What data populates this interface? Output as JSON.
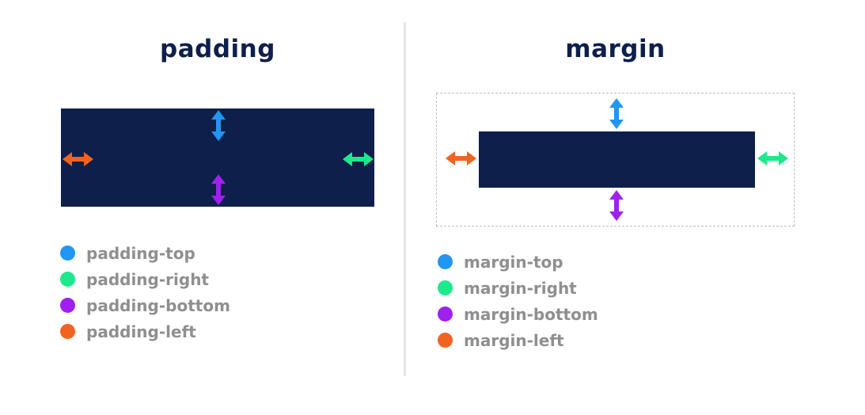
{
  "colors": {
    "navy": "#0f1f4b",
    "top": "#2196f3",
    "right": "#1de98b",
    "bottom": "#a020f0",
    "left": "#f26322",
    "label_gray": "#8f8f8f",
    "dashed_border": "#bdbdbd"
  },
  "padding_panel": {
    "title": "padding",
    "legend": [
      {
        "label": "padding-top",
        "color": "#2196f3"
      },
      {
        "label": "padding-right",
        "color": "#1de98b"
      },
      {
        "label": "padding-bottom",
        "color": "#a020f0"
      },
      {
        "label": "padding-left",
        "color": "#f26322"
      }
    ]
  },
  "margin_panel": {
    "title": "margin",
    "legend": [
      {
        "label": "margin-top",
        "color": "#2196f3"
      },
      {
        "label": "margin-right",
        "color": "#1de98b"
      },
      {
        "label": "margin-bottom",
        "color": "#a020f0"
      },
      {
        "label": "margin-left",
        "color": "#f26322"
      }
    ]
  }
}
